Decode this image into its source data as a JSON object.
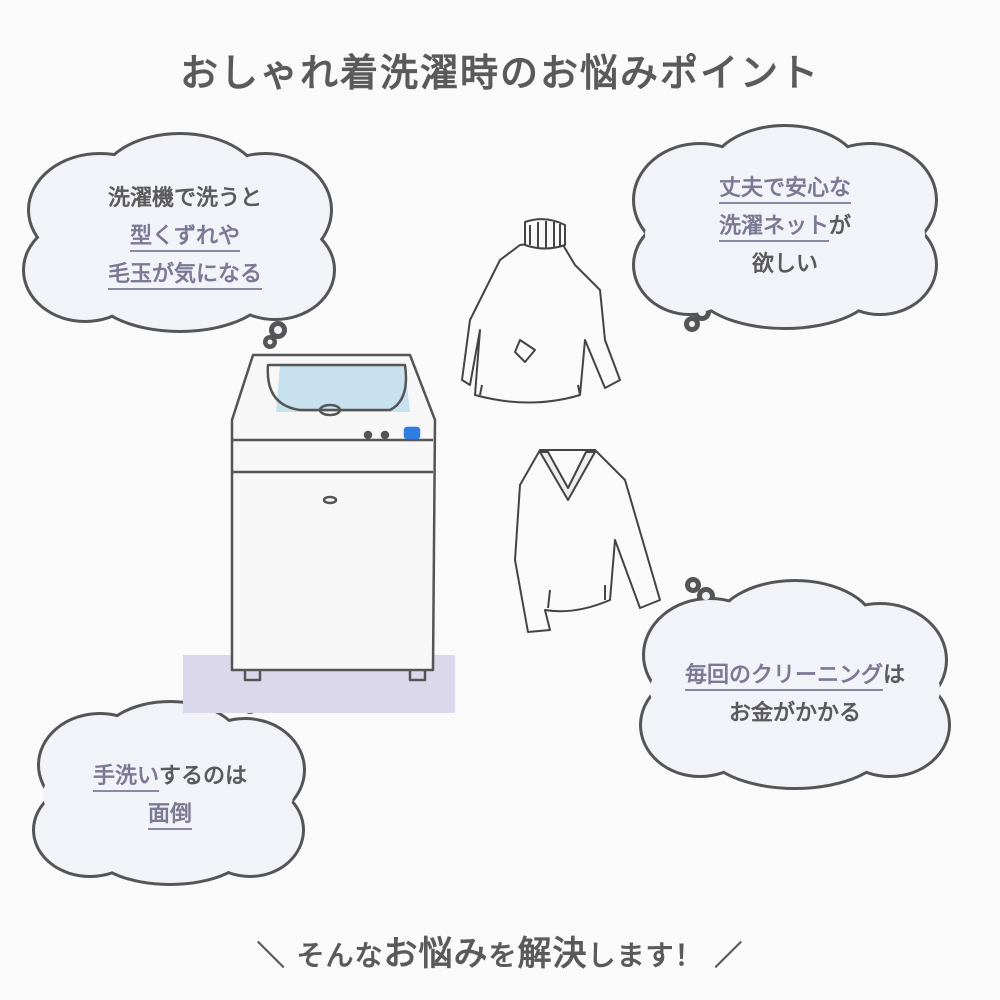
{
  "title": "おしゃれ着洗濯時のお悩みポイント",
  "bubbles": {
    "top_left": {
      "line1": "洗濯機で洗うと",
      "line2_hl": "型くずれや",
      "line3_hl": "毛玉が気になる"
    },
    "top_right": {
      "line1_hl": "丈夫で安心な",
      "line2_hl": "洗濯ネット",
      "line2_rest": "が",
      "line3": "欲しい"
    },
    "bottom_right": {
      "line1_hl": "毎回のクリーニング",
      "line1_rest": "は",
      "line2": "お金がかかる"
    },
    "bottom_left": {
      "line1_hl": "手洗い",
      "line1_rest": "するのは",
      "line2_hl": "面倒"
    }
  },
  "footer": {
    "open": "＼ そんな",
    "big1": "お悩み",
    "mid": "を",
    "big2": "解決",
    "close": "します！ ／"
  },
  "colors": {
    "text": "#5a5a5a",
    "highlight": "#7d7893",
    "cloud_fill": "#f2f3f8",
    "outline": "#555555",
    "water": "#c7e2ee",
    "shadow": "#dcd8ec",
    "button_blue": "#2f7de0"
  }
}
